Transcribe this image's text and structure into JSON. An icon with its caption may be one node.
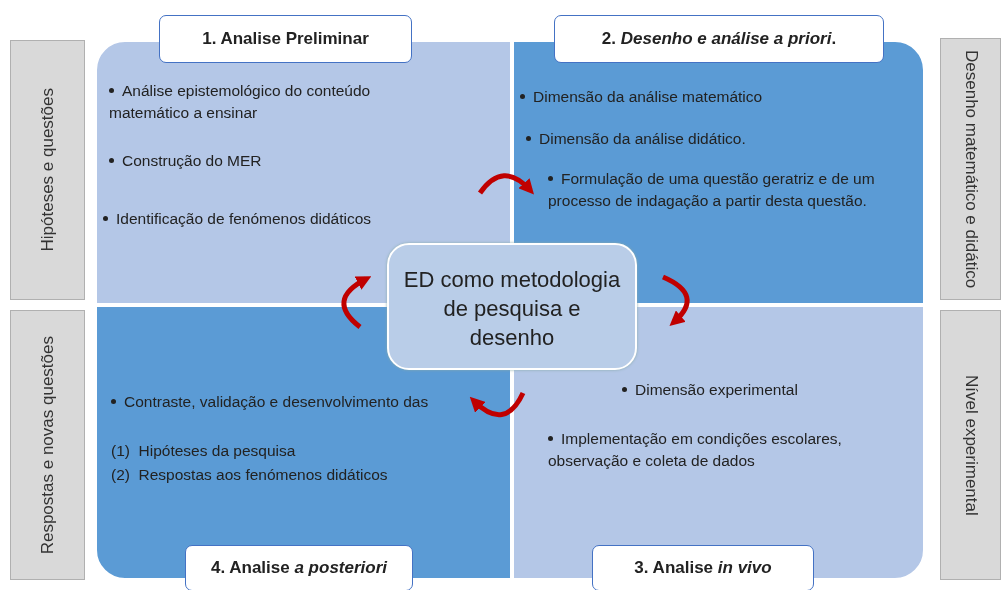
{
  "diagram": {
    "nodes": [
      {
        "text": [
          "Hipóteses e questões"
        ]
      },
      {
        "text": [
          "1. Analise Preliminar",
          "Análise epistemológico do conteúdo matemático a ensinar",
          "Construção do MER",
          "Identificação de fenómenos didáticos"
        ]
      },
      {
        "text": [
          "2. *Desenho e análise a priori*.",
          "Dimensão da análise matemático",
          "Dimensão da análise didático.",
          "Formulação de uma questão geratriz e de um processo de indagação a partir desta questão."
        ]
      },
      {
        "text": [
          "Desenho matemático e didático"
        ]
      },
      {
        "text": [
          "ED como metodologia de pesquisa e desenho"
        ]
      },
      {
        "text": [
          "Respostas e novas questões"
        ]
      },
      {
        "text": [
          "Contraste, validação e desenvolvimento das",
          "(1)  Hipóteses da pesquisa",
          "(2)  Respostas aos fenómenos didáticos",
          "4. Analise *a posteriori*"
        ]
      },
      {
        "text": [
          "Dimensão experimental",
          "Implementação em condições escolares, observação e coleta de dados",
          "3. Analise *in vivo*"
        ]
      },
      {
        "text": [
          "Nível experimental"
        ]
      }
    ],
    "edges": [
      {
        "from": 1,
        "to": 2,
        "arrow": "to"
      },
      {
        "from": 2,
        "to": 7,
        "arrow": "to"
      },
      {
        "from": 7,
        "to": 6,
        "arrow": "to"
      },
      {
        "from": 6,
        "to": 1,
        "arrow": "to"
      }
    ]
  }
}
